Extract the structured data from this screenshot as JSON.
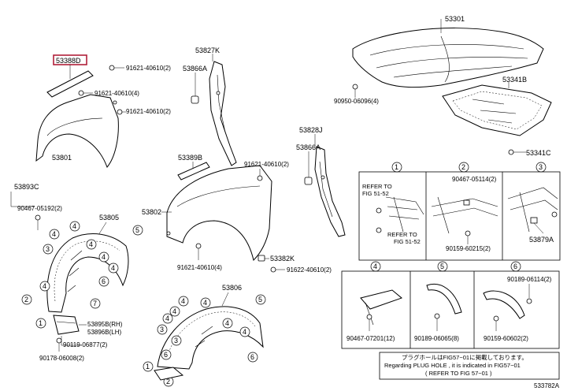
{
  "parts": {
    "p53388D": "53388D",
    "p53301": "53301",
    "p53341B": "53341B",
    "p53341C": "53341C",
    "p53827K": "53827K",
    "p53866A_top": "53866A",
    "p53828J": "53828J",
    "p53866A_mid": "53866A",
    "p53801": "53801",
    "p53389B": "53389B",
    "p53802": "53802",
    "p53893C": "53893C",
    "p53805": "53805",
    "p53806": "53806",
    "p53382K": "53382K",
    "p53895B": "53895B(RH)",
    "p53896B": "53896B(LH)",
    "p53879A": "53879A"
  },
  "fasteners": {
    "f1": "91621-40610(2)",
    "f2": "91621-40610(4)",
    "f3": "91621-40610(2)",
    "f4": "90950-06096(4)",
    "f5": "91621-40610(2)",
    "f6": "90467-05192(2)",
    "f7": "91621-40610(4)",
    "f8": "91622-40610(2)",
    "f9": "90119-06877(2)",
    "f10": "90178-06008(2)",
    "f11": "90467-05114(2)",
    "f12": "90159-60215(2)",
    "f13": "90467-07201(12)",
    "f14": "90189-06065(8)",
    "f15": "90189-06114(2)",
    "f16": "90159-60602(2)"
  },
  "callouts": [
    "1",
    "2",
    "3",
    "4",
    "5",
    "6",
    "7"
  ],
  "panel_notes": {
    "refer_fig_a1": "REFER TO",
    "refer_fig_a2": "FIG 51-52",
    "refer_fig_b1": "REFER TO",
    "refer_fig_b2": "FIG 51-52"
  },
  "footer_note": {
    "line1": "プラグホールはFIG57−01に掲載しております。",
    "line2": "Regarding PLUG HOLE , it is indicated in FIG57−01",
    "line3": "( REFER TO FIG 57−01 )"
  },
  "figure_code": "533782A"
}
